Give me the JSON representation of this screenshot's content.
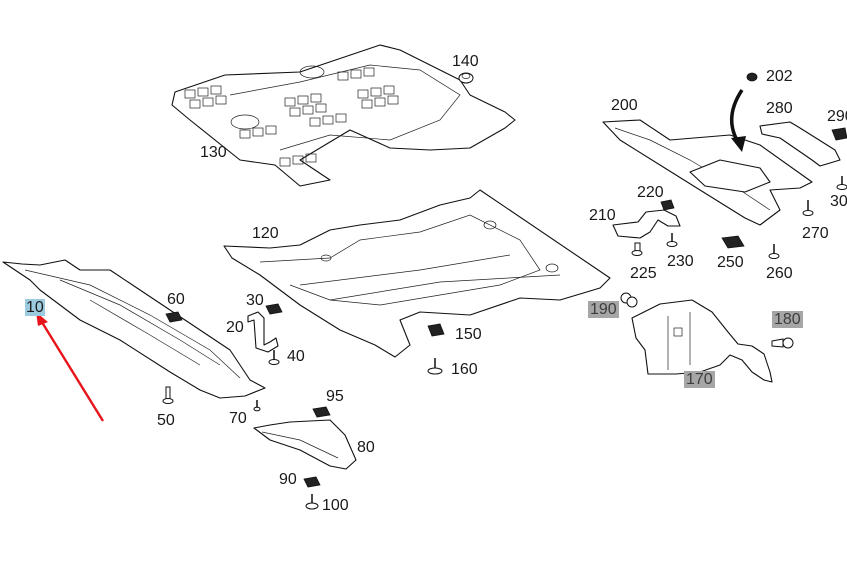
{
  "diagram": {
    "title": "Underbody panelling exploded view",
    "selected_part": "10",
    "highlight_colors": {
      "selected": "#9ccbe0",
      "available": "#a6a6a6",
      "pointer_arrow": "#e8141b"
    },
    "parts": [
      {
        "id": "p10",
        "number": "10",
        "state": "selected"
      },
      {
        "id": "p20",
        "number": "20",
        "state": "normal"
      },
      {
        "id": "p30",
        "number": "30",
        "state": "normal"
      },
      {
        "id": "p40",
        "number": "40",
        "state": "normal"
      },
      {
        "id": "p50",
        "number": "50",
        "state": "normal"
      },
      {
        "id": "p60",
        "number": "60",
        "state": "normal"
      },
      {
        "id": "p70",
        "number": "70",
        "state": "normal"
      },
      {
        "id": "p80",
        "number": "80",
        "state": "normal"
      },
      {
        "id": "p90",
        "number": "90",
        "state": "normal"
      },
      {
        "id": "p95",
        "number": "95",
        "state": "normal"
      },
      {
        "id": "p100",
        "number": "100",
        "state": "normal"
      },
      {
        "id": "p120",
        "number": "120",
        "state": "normal"
      },
      {
        "id": "p130",
        "number": "130",
        "state": "normal"
      },
      {
        "id": "p140",
        "number": "140",
        "state": "normal"
      },
      {
        "id": "p150",
        "number": "150",
        "state": "normal"
      },
      {
        "id": "p160",
        "number": "160",
        "state": "normal"
      },
      {
        "id": "p170",
        "number": "170",
        "state": "highlighted"
      },
      {
        "id": "p180",
        "number": "180",
        "state": "highlighted"
      },
      {
        "id": "p190",
        "number": "190",
        "state": "highlighted"
      },
      {
        "id": "p200",
        "number": "200",
        "state": "normal"
      },
      {
        "id": "p202",
        "number": "202",
        "state": "normal"
      },
      {
        "id": "p210",
        "number": "210",
        "state": "normal"
      },
      {
        "id": "p220",
        "number": "220",
        "state": "normal"
      },
      {
        "id": "p225",
        "number": "225",
        "state": "normal"
      },
      {
        "id": "p230",
        "number": "230",
        "state": "normal"
      },
      {
        "id": "p250",
        "number": "250",
        "state": "normal"
      },
      {
        "id": "p260",
        "number": "260",
        "state": "normal"
      },
      {
        "id": "p270",
        "number": "270",
        "state": "normal"
      },
      {
        "id": "p280",
        "number": "280",
        "state": "normal"
      },
      {
        "id": "p290",
        "number": "290",
        "state": "normal"
      },
      {
        "id": "p300",
        "number": "30",
        "state": "normal"
      }
    ]
  }
}
